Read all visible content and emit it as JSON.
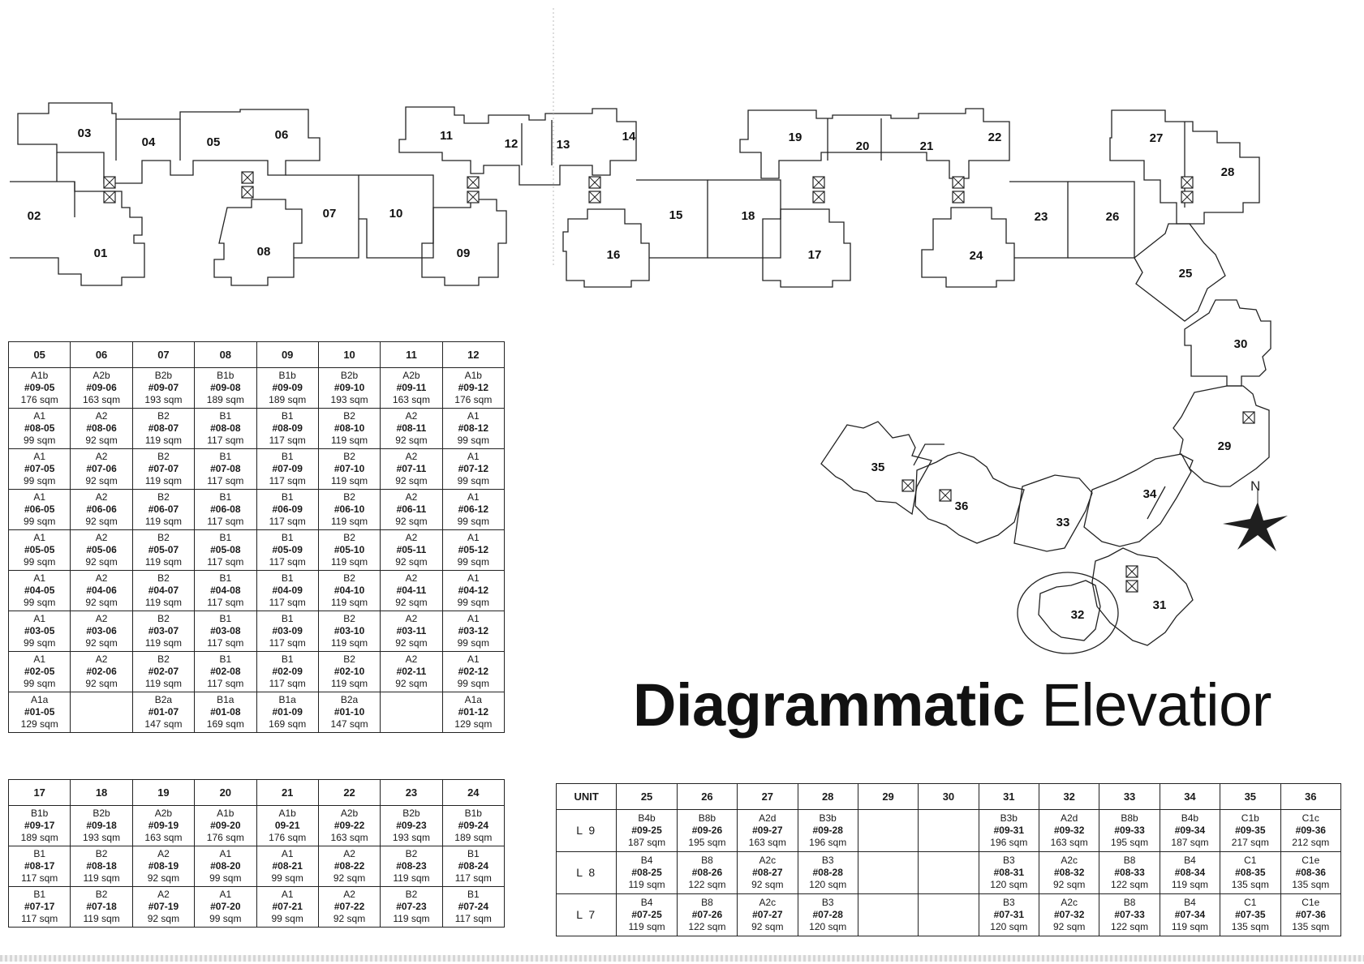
{
  "title": {
    "bold": "Diagrammatic",
    "light": "Elevatior"
  },
  "compass": {
    "label": "N"
  },
  "plan_units": [
    "01",
    "02",
    "03",
    "04",
    "05",
    "06",
    "07",
    "08",
    "09",
    "10",
    "11",
    "12",
    "13",
    "14",
    "15",
    "16",
    "17",
    "18",
    "19",
    "20",
    "21",
    "22",
    "23",
    "24",
    "25",
    "26",
    "27",
    "28",
    "29",
    "30",
    "31",
    "32",
    "33",
    "34",
    "35",
    "36"
  ],
  "table_top": {
    "headers": [
      "05",
      "06",
      "07",
      "08",
      "09",
      "10",
      "11",
      "12"
    ],
    "rows": [
      [
        [
          "A1b",
          "#09-05",
          "176 sqm"
        ],
        [
          "A2b",
          "#09-06",
          "163 sqm"
        ],
        [
          "B2b",
          "#09-07",
          "193 sqm"
        ],
        [
          "B1b",
          "#09-08",
          "189 sqm"
        ],
        [
          "B1b",
          "#09-09",
          "189 sqm"
        ],
        [
          "B2b",
          "#09-10",
          "193 sqm"
        ],
        [
          "A2b",
          "#09-11",
          "163 sqm"
        ],
        [
          "A1b",
          "#09-12",
          "176 sqm"
        ]
      ],
      [
        [
          "A1",
          "#08-05",
          "99 sqm"
        ],
        [
          "A2",
          "#08-06",
          "92 sqm"
        ],
        [
          "B2",
          "#08-07",
          "119 sqm"
        ],
        [
          "B1",
          "#08-08",
          "117 sqm"
        ],
        [
          "B1",
          "#08-09",
          "117 sqm"
        ],
        [
          "B2",
          "#08-10",
          "119 sqm"
        ],
        [
          "A2",
          "#08-11",
          "92 sqm"
        ],
        [
          "A1",
          "#08-12",
          "99 sqm"
        ]
      ],
      [
        [
          "A1",
          "#07-05",
          "99 sqm"
        ],
        [
          "A2",
          "#07-06",
          "92 sqm"
        ],
        [
          "B2",
          "#07-07",
          "119 sqm"
        ],
        [
          "B1",
          "#07-08",
          "117 sqm"
        ],
        [
          "B1",
          "#07-09",
          "117 sqm"
        ],
        [
          "B2",
          "#07-10",
          "119 sqm"
        ],
        [
          "A2",
          "#07-11",
          "92 sqm"
        ],
        [
          "A1",
          "#07-12",
          "99 sqm"
        ]
      ],
      [
        [
          "A1",
          "#06-05",
          "99 sqm"
        ],
        [
          "A2",
          "#06-06",
          "92 sqm"
        ],
        [
          "B2",
          "#06-07",
          "119 sqm"
        ],
        [
          "B1",
          "#06-08",
          "117 sqm"
        ],
        [
          "B1",
          "#06-09",
          "117 sqm"
        ],
        [
          "B2",
          "#06-10",
          "119 sqm"
        ],
        [
          "A2",
          "#06-11",
          "92 sqm"
        ],
        [
          "A1",
          "#06-12",
          "99 sqm"
        ]
      ],
      [
        [
          "A1",
          "#05-05",
          "99 sqm"
        ],
        [
          "A2",
          "#05-06",
          "92 sqm"
        ],
        [
          "B2",
          "#05-07",
          "119 sqm"
        ],
        [
          "B1",
          "#05-08",
          "117 sqm"
        ],
        [
          "B1",
          "#05-09",
          "117 sqm"
        ],
        [
          "B2",
          "#05-10",
          "119 sqm"
        ],
        [
          "A2",
          "#05-11",
          "92 sqm"
        ],
        [
          "A1",
          "#05-12",
          "99 sqm"
        ]
      ],
      [
        [
          "A1",
          "#04-05",
          "99 sqm"
        ],
        [
          "A2",
          "#04-06",
          "92 sqm"
        ],
        [
          "B2",
          "#04-07",
          "119 sqm"
        ],
        [
          "B1",
          "#04-08",
          "117 sqm"
        ],
        [
          "B1",
          "#04-09",
          "117 sqm"
        ],
        [
          "B2",
          "#04-10",
          "119 sqm"
        ],
        [
          "A2",
          "#04-11",
          "92 sqm"
        ],
        [
          "A1",
          "#04-12",
          "99 sqm"
        ]
      ],
      [
        [
          "A1",
          "#03-05",
          "99 sqm"
        ],
        [
          "A2",
          "#03-06",
          "92 sqm"
        ],
        [
          "B2",
          "#03-07",
          "119 sqm"
        ],
        [
          "B1",
          "#03-08",
          "117 sqm"
        ],
        [
          "B1",
          "#03-09",
          "117 sqm"
        ],
        [
          "B2",
          "#03-10",
          "119 sqm"
        ],
        [
          "A2",
          "#03-11",
          "92 sqm"
        ],
        [
          "A1",
          "#03-12",
          "99 sqm"
        ]
      ],
      [
        [
          "A1",
          "#02-05",
          "99 sqm"
        ],
        [
          "A2",
          "#02-06",
          "92 sqm"
        ],
        [
          "B2",
          "#02-07",
          "119 sqm"
        ],
        [
          "B1",
          "#02-08",
          "117 sqm"
        ],
        [
          "B1",
          "#02-09",
          "117 sqm"
        ],
        [
          "B2",
          "#02-10",
          "119 sqm"
        ],
        [
          "A2",
          "#02-11",
          "92 sqm"
        ],
        [
          "A1",
          "#02-12",
          "99 sqm"
        ]
      ],
      [
        [
          "A1a",
          "#01-05",
          "129 sqm"
        ],
        [
          "",
          "",
          ""
        ],
        [
          "B2a",
          "#01-07",
          "147 sqm"
        ],
        [
          "B1a",
          "#01-08",
          "169 sqm"
        ],
        [
          "B1a",
          "#01-09",
          "169 sqm"
        ],
        [
          "B2a",
          "#01-10",
          "147 sqm"
        ],
        [
          "",
          "",
          ""
        ],
        [
          "A1a",
          "#01-12",
          "129 sqm"
        ]
      ]
    ]
  },
  "table_mid": {
    "headers": [
      "17",
      "18",
      "19",
      "20",
      "21",
      "22",
      "23",
      "24"
    ],
    "rows": [
      [
        [
          "B1b",
          "#09-17",
          "189 sqm"
        ],
        [
          "B2b",
          "#09-18",
          "193 sqm"
        ],
        [
          "A2b",
          "#09-19",
          "163 sqm"
        ],
        [
          "A1b",
          "#09-20",
          "176 sqm"
        ],
        [
          "A1b",
          "09-21",
          "176 sqm"
        ],
        [
          "A2b",
          "#09-22",
          "163 sqm"
        ],
        [
          "B2b",
          "#09-23",
          "193 sqm"
        ],
        [
          "B1b",
          "#09-24",
          "189 sqm"
        ]
      ],
      [
        [
          "B1",
          "#08-17",
          "117 sqm"
        ],
        [
          "B2",
          "#08-18",
          "119 sqm"
        ],
        [
          "A2",
          "#08-19",
          "92 sqm"
        ],
        [
          "A1",
          "#08-20",
          "99 sqm"
        ],
        [
          "A1",
          "#08-21",
          "99 sqm"
        ],
        [
          "A2",
          "#08-22",
          "92 sqm"
        ],
        [
          "B2",
          "#08-23",
          "119 sqm"
        ],
        [
          "B1",
          "#08-24",
          "117 sqm"
        ]
      ],
      [
        [
          "B1",
          "#07-17",
          "117 sqm"
        ],
        [
          "B2",
          "#07-18",
          "119 sqm"
        ],
        [
          "A2",
          "#07-19",
          "92 sqm"
        ],
        [
          "A1",
          "#07-20",
          "99 sqm"
        ],
        [
          "A1",
          "#07-21",
          "99 sqm"
        ],
        [
          "A2",
          "#07-22",
          "92 sqm"
        ],
        [
          "B2",
          "#07-23",
          "119 sqm"
        ],
        [
          "B1",
          "#07-24",
          "117 sqm"
        ]
      ]
    ]
  },
  "table_right": {
    "headers": [
      "UNIT",
      "25",
      "26",
      "27",
      "28",
      "29",
      "30",
      "31",
      "32",
      "33",
      "34",
      "35",
      "36"
    ],
    "row_labels": [
      "L 9",
      "L 8",
      "L 7"
    ],
    "rows": [
      [
        [
          "B4b",
          "#09-25",
          "187 sqm"
        ],
        [
          "B8b",
          "#09-26",
          "195 sqm"
        ],
        [
          "A2d",
          "#09-27",
          "163 sqm"
        ],
        [
          "B3b",
          "#09-28",
          "196 sqm"
        ],
        [
          "",
          "",
          ""
        ],
        [
          "",
          "",
          ""
        ],
        [
          "B3b",
          "#09-31",
          "196 sqm"
        ],
        [
          "A2d",
          "#09-32",
          "163 sqm"
        ],
        [
          "B8b",
          "#09-33",
          "195 sqm"
        ],
        [
          "B4b",
          "#09-34",
          "187 sqm"
        ],
        [
          "C1b",
          "#09-35",
          "217 sqm"
        ],
        [
          "C1c",
          "#09-36",
          "212 sqm"
        ]
      ],
      [
        [
          "B4",
          "#08-25",
          "119 sqm"
        ],
        [
          "B8",
          "#08-26",
          "122 sqm"
        ],
        [
          "A2c",
          "#08-27",
          "92 sqm"
        ],
        [
          "B3",
          "#08-28",
          "120 sqm"
        ],
        [
          "",
          "",
          ""
        ],
        [
          "",
          "",
          ""
        ],
        [
          "B3",
          "#08-31",
          "120 sqm"
        ],
        [
          "A2c",
          "#08-32",
          "92 sqm"
        ],
        [
          "B8",
          "#08-33",
          "122 sqm"
        ],
        [
          "B4",
          "#08-34",
          "119 sqm"
        ],
        [
          "C1",
          "#08-35",
          "135 sqm"
        ],
        [
          "C1e",
          "#08-36",
          "135 sqm"
        ]
      ],
      [
        [
          "B4",
          "#07-25",
          "119 sqm"
        ],
        [
          "B8",
          "#07-26",
          "122 sqm"
        ],
        [
          "A2c",
          "#07-27",
          "92 sqm"
        ],
        [
          "B3",
          "#07-28",
          "120 sqm"
        ],
        [
          "",
          "",
          ""
        ],
        [
          "",
          "",
          ""
        ],
        [
          "B3",
          "#07-31",
          "120 sqm"
        ],
        [
          "A2c",
          "#07-32",
          "92 sqm"
        ],
        [
          "B8",
          "#07-33",
          "122 sqm"
        ],
        [
          "B4",
          "#07-34",
          "119 sqm"
        ],
        [
          "C1",
          "#07-35",
          "135 sqm"
        ],
        [
          "C1e",
          "#07-36",
          "135 sqm"
        ]
      ]
    ]
  }
}
